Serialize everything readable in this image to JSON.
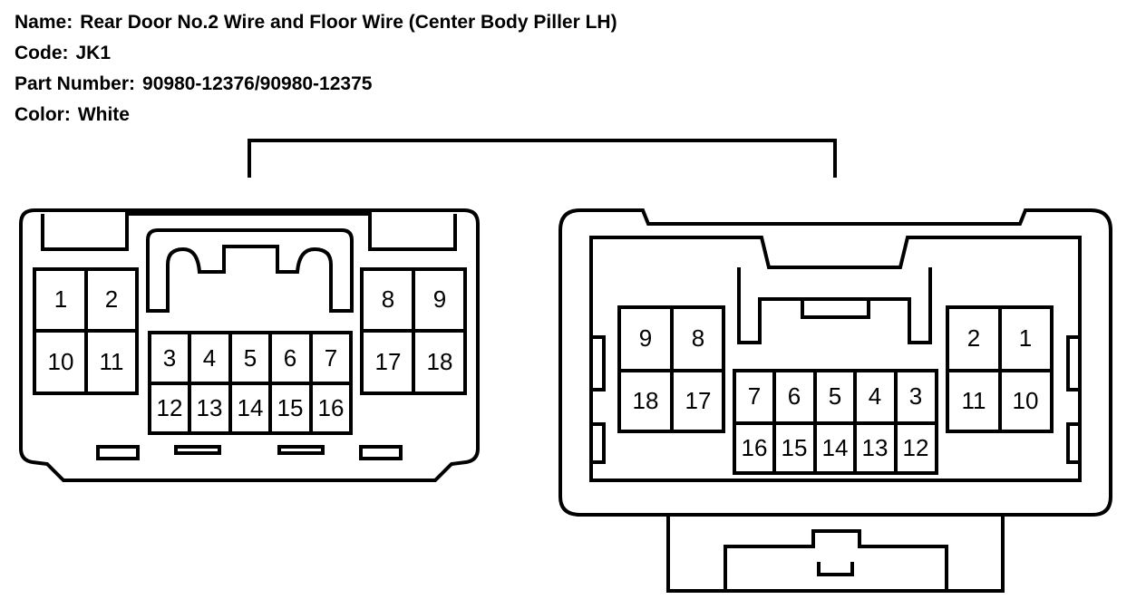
{
  "info": {
    "name_label": "Name:",
    "name_value": "Rear Door No.2 Wire and Floor Wire (Center Body Piller LH)",
    "code_label": "Code:",
    "code_value": "JK1",
    "part_label": "Part Number:",
    "part_value": "90980-12376/90980-12375",
    "color_label": "Color:",
    "color_value": "White"
  },
  "connectors": {
    "left_pins": [
      "1",
      "2",
      "10",
      "11",
      "3",
      "4",
      "5",
      "6",
      "7",
      "12",
      "13",
      "14",
      "15",
      "16",
      "8",
      "9",
      "17",
      "18"
    ],
    "right_pins": [
      "9",
      "8",
      "18",
      "17",
      "7",
      "6",
      "5",
      "4",
      "3",
      "16",
      "15",
      "14",
      "13",
      "12",
      "2",
      "1",
      "11",
      "10"
    ]
  }
}
